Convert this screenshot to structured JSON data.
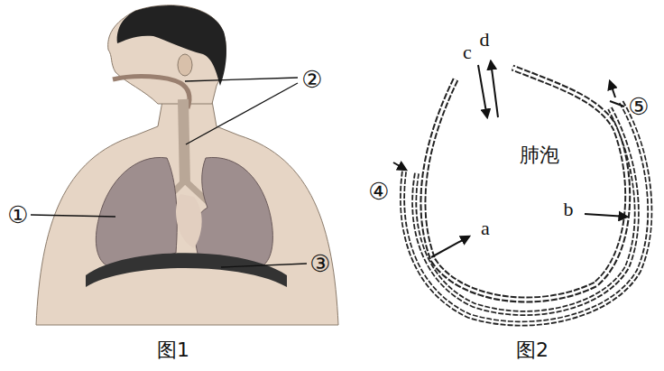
{
  "diagram": {
    "labels": [
      "②",
      "①",
      "③",
      "图1",
      "c",
      "d",
      "肺泡",
      "④",
      "a",
      "⑤",
      "b",
      "图2"
    ]
  }
}
